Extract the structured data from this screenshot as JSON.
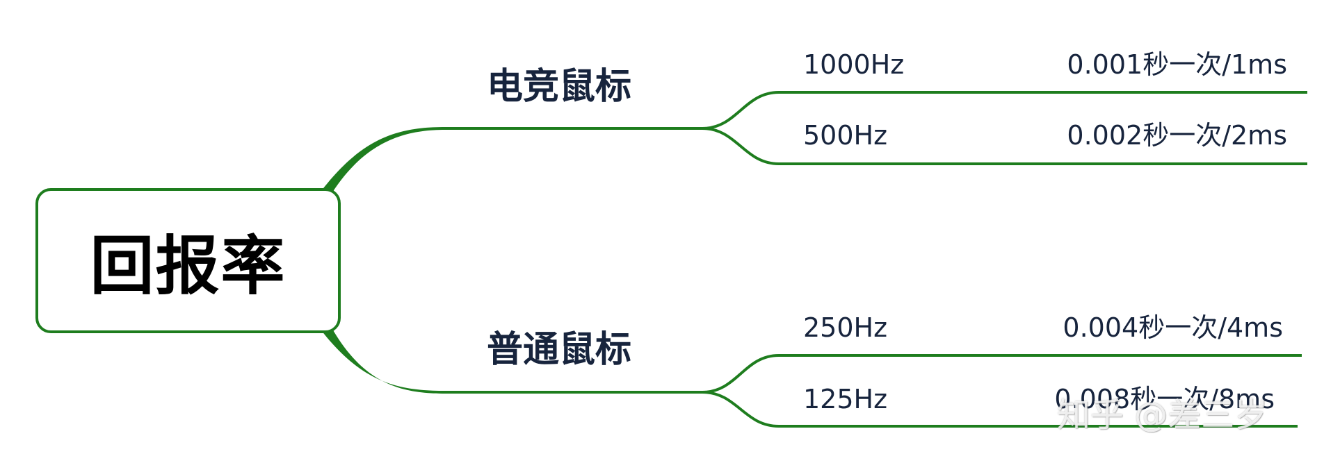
{
  "root": {
    "label": "回报率"
  },
  "branches": [
    {
      "label": "电竞鼠标",
      "leaves": [
        {
          "freq": "1000Hz",
          "interval": "0.001秒一次/1ms"
        },
        {
          "freq": "500Hz",
          "interval": "0.002秒一次/2ms"
        }
      ]
    },
    {
      "label": "普通鼠标",
      "leaves": [
        {
          "freq": "250Hz",
          "interval": "0.004秒一次/4ms"
        },
        {
          "freq": "125Hz",
          "interval": "0.008秒一次/8ms"
        }
      ]
    }
  ],
  "watermark": "知乎 @差三岁",
  "colors": {
    "line": "#1e7d1e",
    "text": "#17243d",
    "root_text": "#000000"
  }
}
